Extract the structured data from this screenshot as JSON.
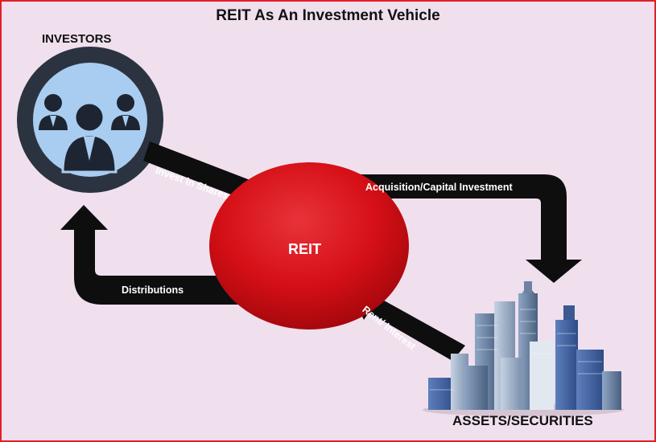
{
  "title": "REIT As An Investment Vehicle",
  "nodes": {
    "investors": "INVESTORS",
    "reit": "REIT",
    "assets": "ASSETS/SECURITIES"
  },
  "flows": {
    "invest": "Invest in Shares",
    "acquisition": "Acquisition/Capital Investment",
    "rent": "Rent/ Interest",
    "distributions": "Distributions"
  },
  "colors": {
    "background": "#f0e0ee",
    "border": "#e41e26",
    "reit": "#d50f16",
    "arrow": "#0e0e0e",
    "investor_ring": "#2c3340",
    "investor_fill": "#a9cdf0"
  },
  "icons": [
    "people-icon",
    "city-buildings-icon"
  ]
}
